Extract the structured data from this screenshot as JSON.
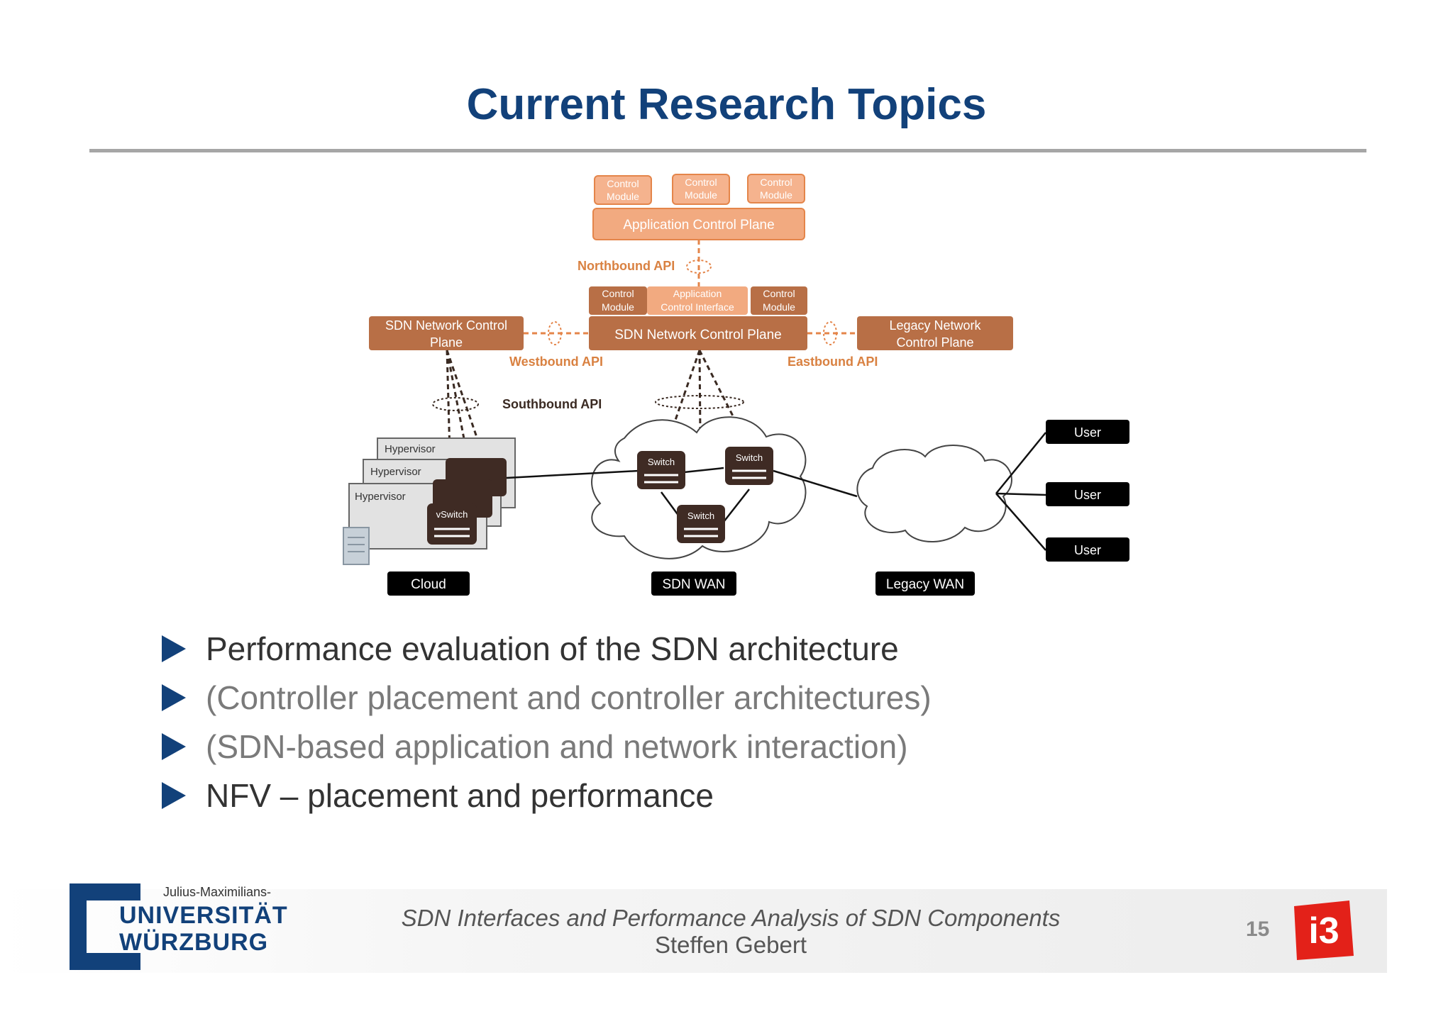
{
  "slide": {
    "title": "Current Research Topics"
  },
  "diagram": {
    "control_modules_top": [
      "Control\nModule",
      "Control\nModule",
      "Control\nModule"
    ],
    "application_control_plane": "Application Control Plane",
    "northbound_api": "Northbound API",
    "control_module_left": "Control\nModule",
    "application_control_interface": "Application\nControl Interface",
    "control_module_right": "Control\nModule",
    "sdn_network_control_plane_center": "SDN Network Control Plane",
    "sdn_network_control_plane_left": "SDN Network Control\nPlane",
    "legacy_network_control_plane": "Legacy Network\nControl Plane",
    "westbound_api": "Westbound API",
    "eastbound_api": "Eastbound API",
    "southbound_api": "Southbound API",
    "hypervisor_labels": [
      "Hypervisor",
      "Hypervisor",
      "Hypervisor"
    ],
    "vswitch_label": "vSwitch",
    "switch_labels": [
      "Switch",
      "Switch",
      "Switch"
    ],
    "user_labels": [
      "User",
      "User",
      "User"
    ],
    "region_labels": {
      "cloud": "Cloud",
      "sdn_wan": "SDN WAN",
      "legacy_wan": "Legacy WAN"
    },
    "colors": {
      "light_orange": "#f2aa80",
      "orange_border": "#e4854a",
      "brown": "#b86f46",
      "dark_switch": "#3f2b24",
      "api_text": "#d98141",
      "black": "#000000"
    }
  },
  "bullets": [
    {
      "text": "Performance evaluation of the SDN architecture",
      "color": "#333333"
    },
    {
      "text": "(Controller placement and controller architectures)",
      "color": "#7a7a7a"
    },
    {
      "text": "(SDN-based application and network interaction)",
      "color": "#7a7a7a"
    },
    {
      "text": "NFV – placement and performance",
      "color": "#333333"
    }
  ],
  "footer": {
    "title": "SDN Interfaces and Performance Analysis of SDN Components",
    "author": "Steffen Gebert",
    "page_number": "15",
    "logo_small": "Julius-Maximilians-",
    "logo_line1": "UNIVERSITÄT",
    "logo_line2": "WÜRZBURG",
    "i3_logo": "i3"
  },
  "colors": {
    "title_blue": "#12417a",
    "rule_gray": "#a6a6a6"
  }
}
